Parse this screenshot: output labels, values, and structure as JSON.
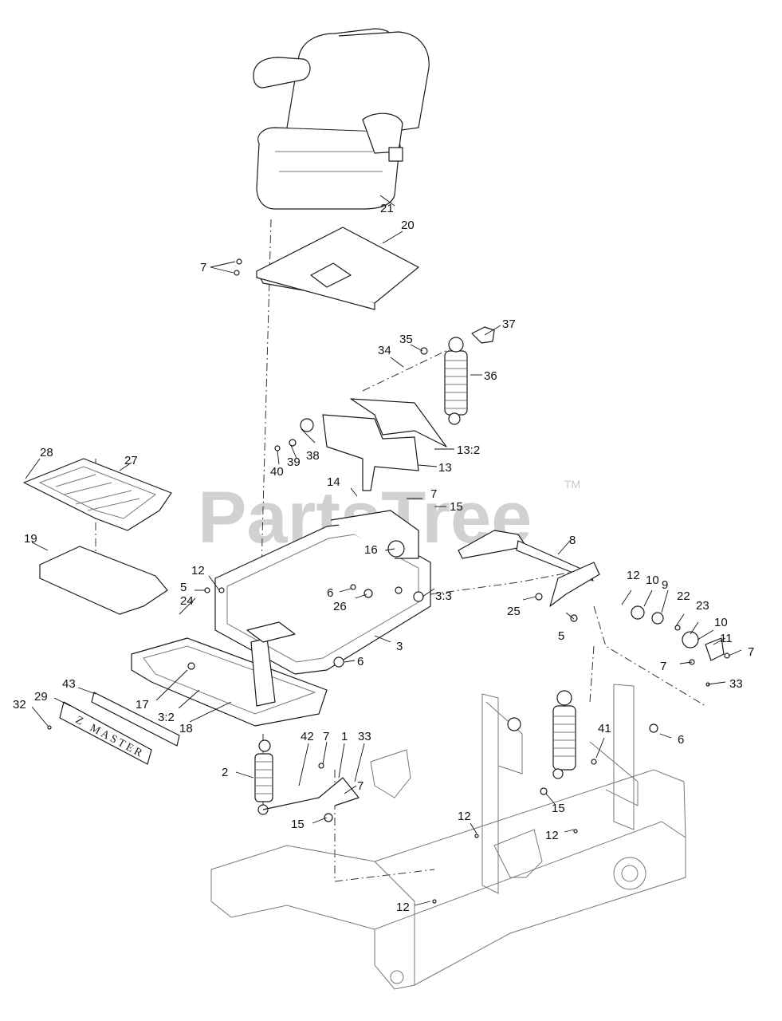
{
  "watermark": {
    "text": "PartsTree",
    "trademark": "TM"
  },
  "decal_text": {
    "letter": "Z",
    "word": "MASTER"
  },
  "callouts": [
    "21",
    "20",
    "7",
    "37",
    "35",
    "34",
    "36",
    "13:2",
    "13",
    "38",
    "39",
    "40",
    "14",
    "7",
    "15",
    "28",
    "27",
    "19",
    "16",
    "8",
    "12",
    "5",
    "6",
    "26",
    "24",
    "3:3",
    "25",
    "12",
    "10",
    "9",
    "22",
    "23",
    "10",
    "11",
    "7",
    "7",
    "33",
    "5",
    "3",
    "6",
    "17",
    "3:2",
    "18",
    "43",
    "29",
    "32",
    "42",
    "7",
    "1",
    "33",
    "2",
    "7",
    "15",
    "41",
    "6",
    "15",
    "12",
    "12",
    "12"
  ]
}
